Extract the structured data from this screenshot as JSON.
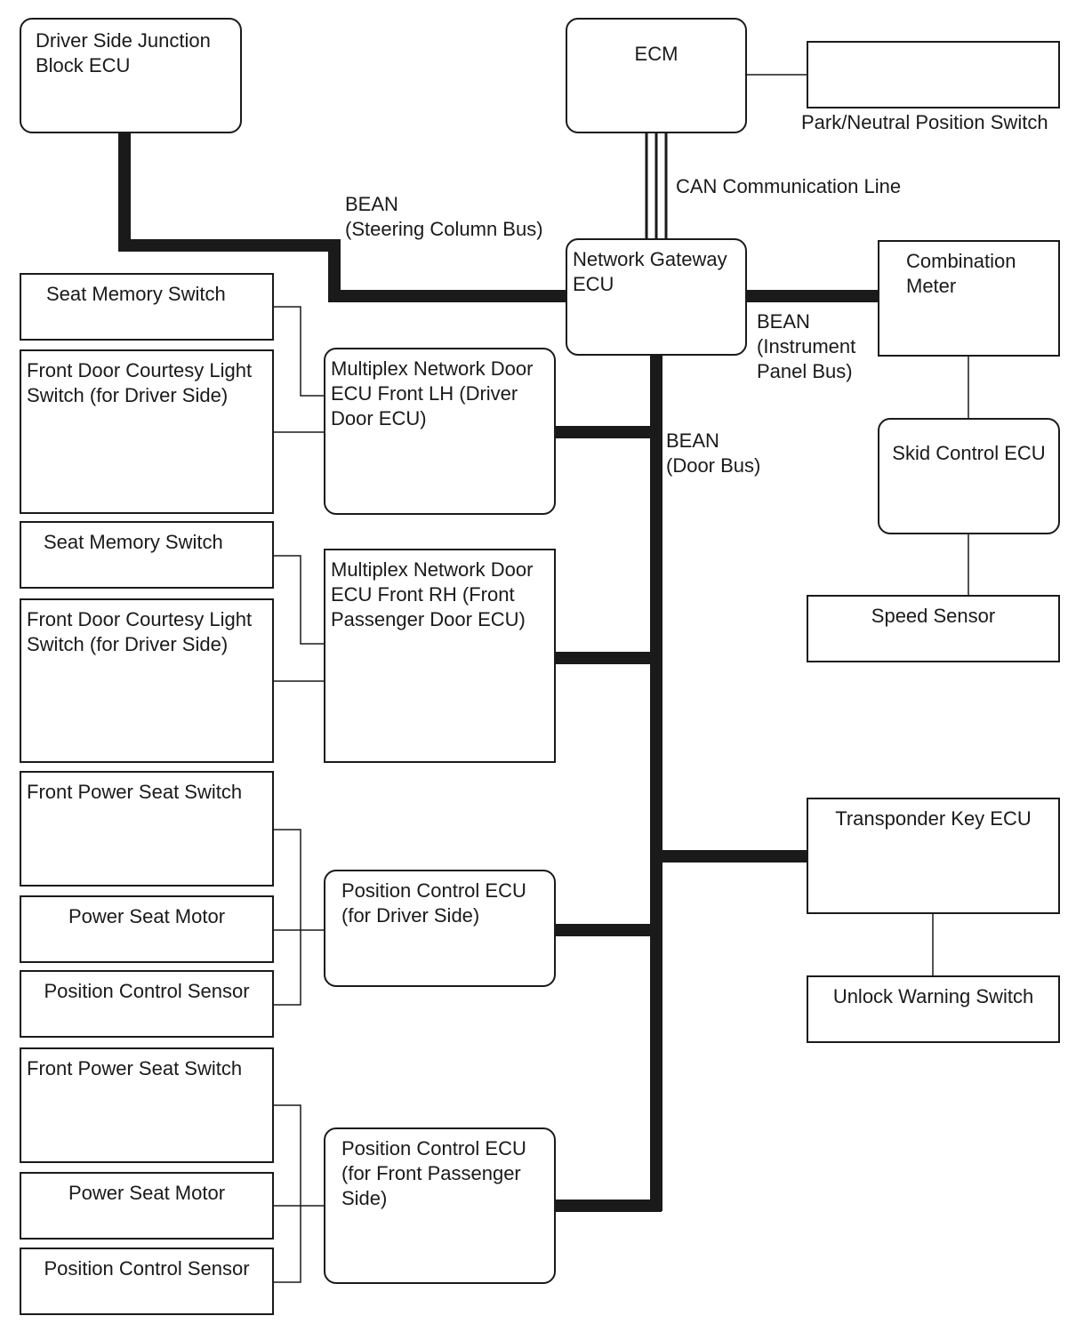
{
  "nodes": {
    "driver_side_junction_block_ecu": "Driver Side Junction\nBlock ECU",
    "ecm": "ECM",
    "park_neutral_position_switch": "",
    "network_gateway_ecu": "Network Gateway\nECU",
    "combination_meter": "Combination\nMeter",
    "skid_control_ecu": "Skid Control ECU",
    "speed_sensor": "Speed Sensor",
    "seat_memory_switch_1": "Seat Memory Switch",
    "front_door_courtesy_light_switch_1": "Front Door Courtesy Light\nSwitch (for Driver Side)",
    "door_ecu_front_lh": "Multiplex Network Door\nECU Front LH (Driver\nDoor ECU)",
    "seat_memory_switch_2": "Seat Memory Switch",
    "front_door_courtesy_light_switch_2": "Front Door Courtesy Light\nSwitch (for Driver Side)",
    "door_ecu_front_rh": "Multiplex Network Door\nECU Front RH (Front\nPassenger Door ECU)",
    "front_power_seat_switch_1": "Front Power Seat Switch",
    "power_seat_motor_1": "Power Seat Motor",
    "position_control_sensor_1": "Position Control Sensor",
    "position_control_ecu_driver": "Position Control ECU\n(for Driver Side)",
    "front_power_seat_switch_2": "Front Power Seat Switch",
    "power_seat_motor_2": "Power Seat Motor",
    "position_control_sensor_2": "Position Control Sensor",
    "position_control_ecu_passenger": "Position Control ECU\n(for Front Passenger\nSide)",
    "transponder_key_ecu": "Transponder Key ECU",
    "unlock_warning_switch": "Unlock Warning Switch"
  },
  "labels": {
    "park_neutral_caption": "Park/Neutral Position Switch",
    "can_line": "CAN Communication Line",
    "bean_steering": "BEAN\n(Steering Column Bus)",
    "bean_instrument": "BEAN\n(Instrument\nPanel Bus)",
    "bean_door": "BEAN\n(Door Bus)"
  },
  "colors": {
    "line": "#1a1a1a",
    "background": "#ffffff"
  }
}
